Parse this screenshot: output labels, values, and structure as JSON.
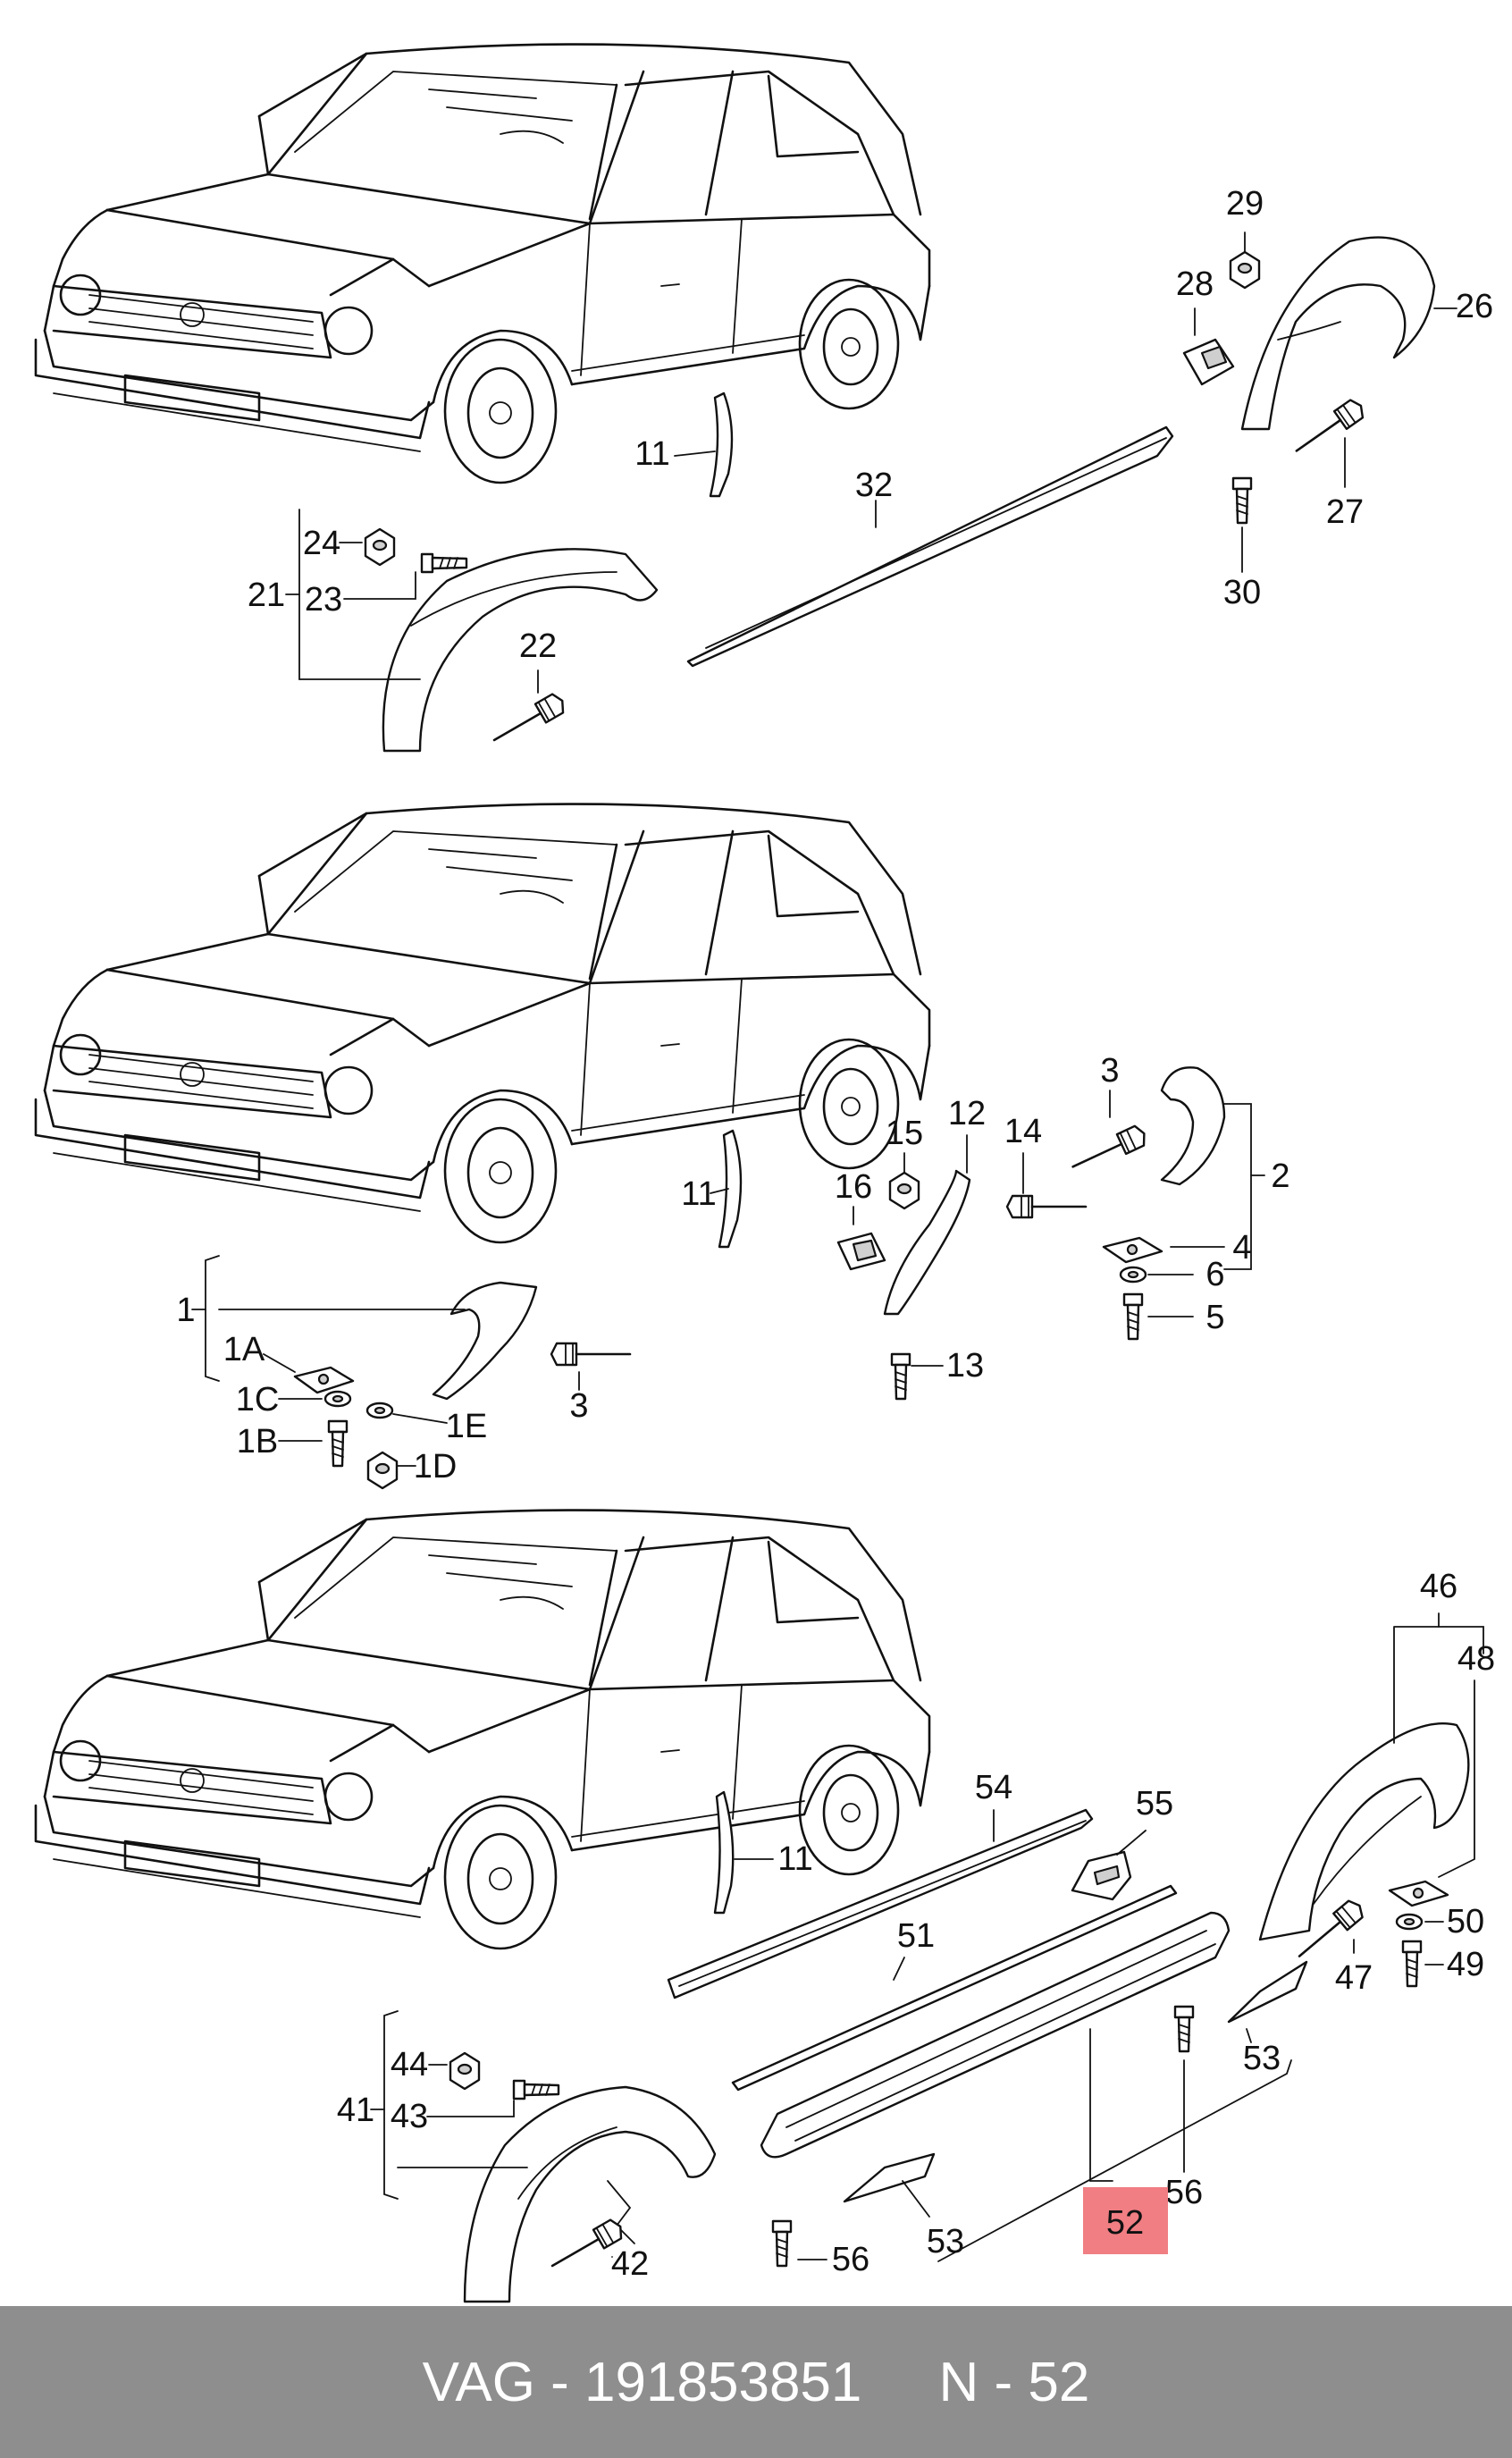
{
  "callouts": {
    "c29": "29",
    "c28": "28",
    "c26": "26",
    "c27": "27",
    "c30": "30",
    "c32": "32",
    "c11a": "11",
    "c24": "24",
    "c23": "23",
    "c21": "21",
    "c22": "22",
    "c3a": "3",
    "c2": "2",
    "c4": "4",
    "c6": "6",
    "c5": "5",
    "c12": "12",
    "c14": "14",
    "c15": "15",
    "c16": "16",
    "c13": "13",
    "c11b": "11",
    "c1": "1",
    "c1A": "1A",
    "c1C": "1C",
    "c1B": "1B",
    "c1E": "1E",
    "c1D": "1D",
    "c3b": "3",
    "c46": "46",
    "c48": "48",
    "c50": "50",
    "c49": "49",
    "c47": "47",
    "c54": "54",
    "c55": "55",
    "c51": "51",
    "c11c": "11",
    "c53a": "53",
    "c56a": "56",
    "c52": "52",
    "c53b": "53",
    "c56b": "56",
    "c44": "44",
    "c43": "43",
    "c41": "41",
    "c42": "42"
  },
  "highlight": {
    "part": "52",
    "color": "#f07e83"
  },
  "footer": {
    "text": "VAG - 191853851     N - 52",
    "background": "#8e8e8e",
    "color": "#ffffff"
  }
}
